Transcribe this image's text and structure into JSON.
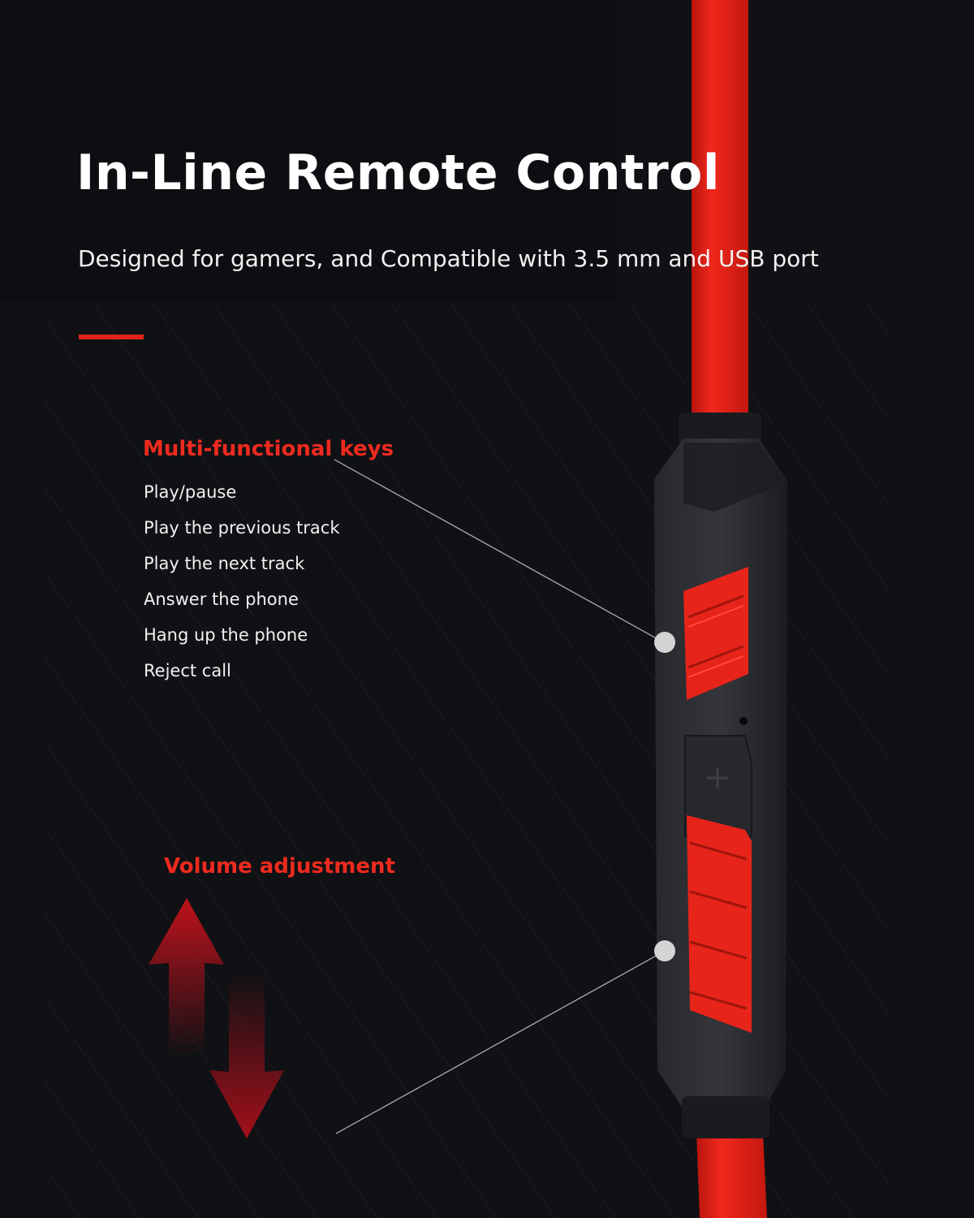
{
  "header": {
    "title": "In-Line Remote Control",
    "subtitle": "Designed for gamers, and Compatible with 3.5 mm and USB port"
  },
  "multifunction": {
    "heading": "Multi-functional keys",
    "items": [
      "Play/pause",
      "Play the previous track",
      "Play the next track",
      "Answer the phone",
      "Hang up the phone",
      "Reject call"
    ]
  },
  "volume": {
    "heading": "Volume adjustment"
  },
  "colors": {
    "background": "#101114",
    "accent_red": "#e0241b",
    "heading_red": "#ee2a1f",
    "remote_body": "#2b2d31",
    "callout_line": "#b9b9b9"
  },
  "icons": {
    "volume_arrows": "up-down-arrows-icon",
    "volume_up_key": "plus-icon"
  }
}
